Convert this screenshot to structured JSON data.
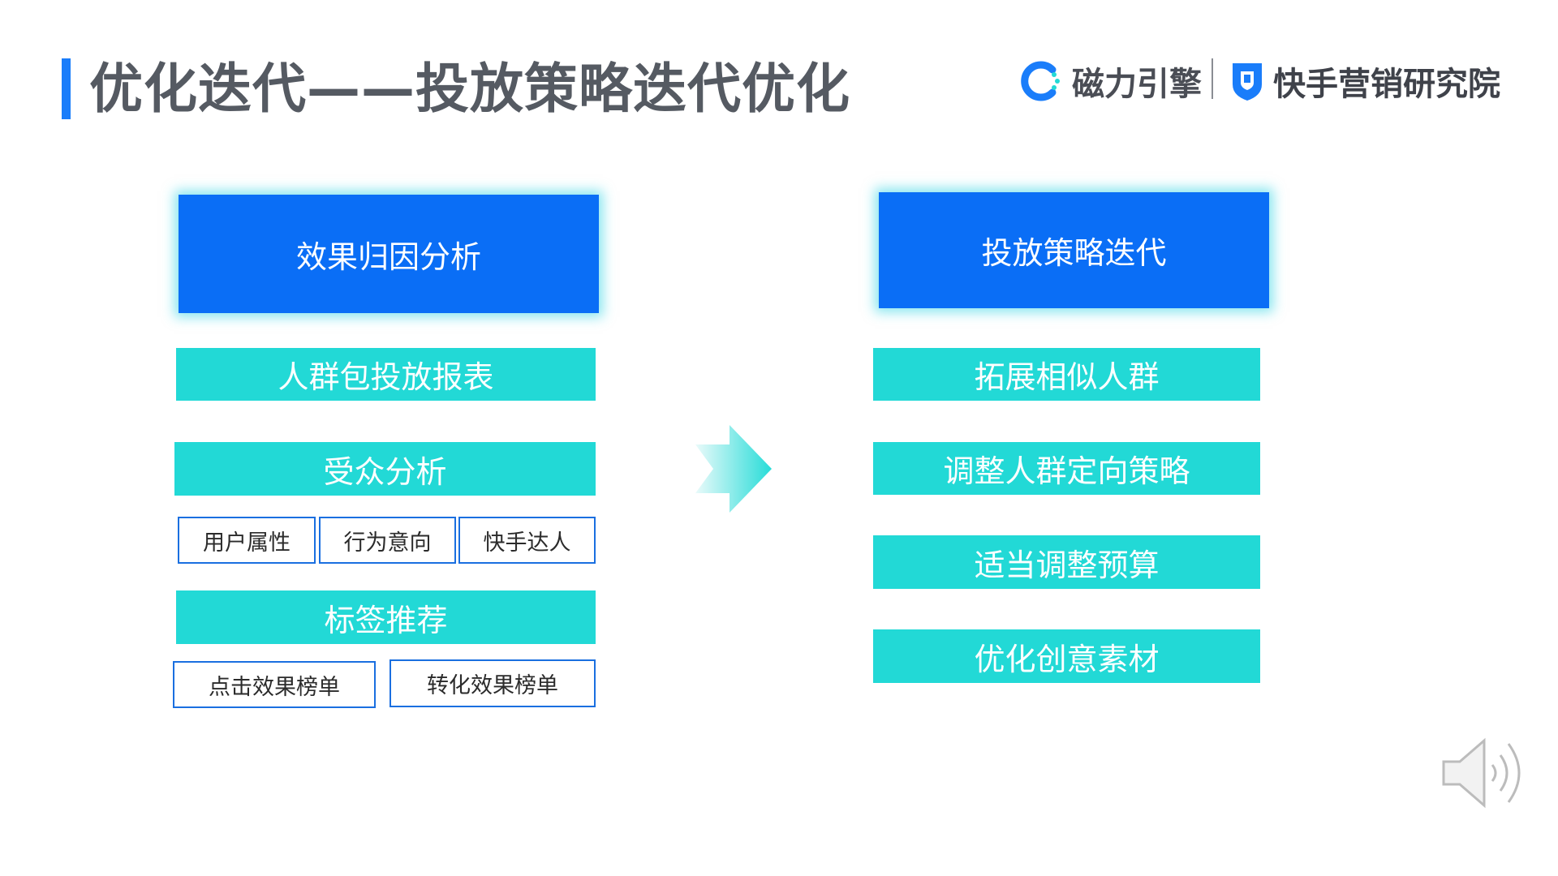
{
  "title": "优化迭代——投放策略迭代优化",
  "logos": {
    "cili": "磁力引擎",
    "kuaishou": "快手营销研究院"
  },
  "left": {
    "header": "效果归因分析",
    "bars": [
      "人群包投放报表",
      "受众分析",
      "标签推荐"
    ],
    "audience_sub": [
      "用户属性",
      "行为意向",
      "快手达人"
    ],
    "tag_sub": [
      "点击效果榜单",
      "转化效果榜单"
    ]
  },
  "right": {
    "header": "投放策略迭代",
    "bars": [
      "拓展相似人群",
      "调整人群定向策略",
      "适当调整预算",
      "优化创意素材"
    ]
  },
  "colors": {
    "primary_blue": "#0a6ef6",
    "teal": "#22d9d6",
    "title_gray": "#555a62",
    "accent_bar": "#1a7dfa"
  },
  "icons": [
    "arrow-right-icon",
    "speaker-icon",
    "cili-logo-icon",
    "kuaishou-logo-icon"
  ]
}
